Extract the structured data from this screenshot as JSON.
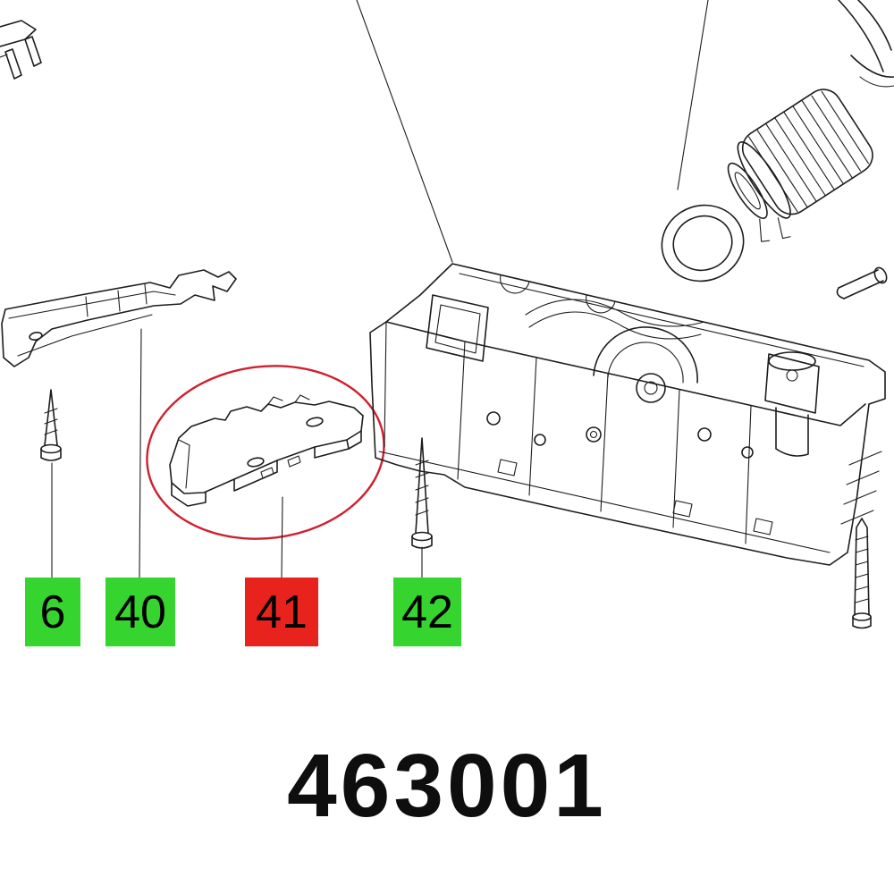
{
  "diagram": {
    "part_number": "463001",
    "callouts": [
      {
        "label": "6",
        "color": "#35d42f",
        "highlighted": false
      },
      {
        "label": "40",
        "color": "#35d42f",
        "highlighted": false
      },
      {
        "label": "41",
        "color": "#e8231d",
        "highlighted": true
      },
      {
        "label": "42",
        "color": "#35d42f",
        "highlighted": false
      }
    ],
    "colors": {
      "line": "#1d1d1d",
      "green": "#35d42f",
      "red": "#e8231d",
      "highlight_ellipse": "#cf2030"
    }
  }
}
